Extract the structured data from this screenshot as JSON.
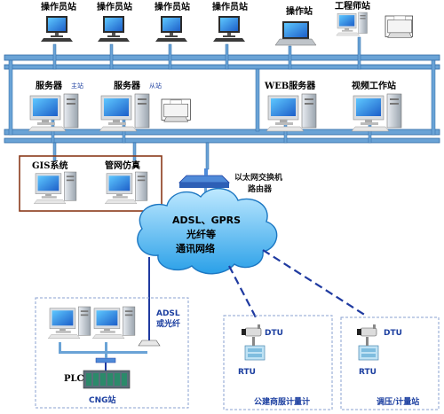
{
  "top_row": {
    "op1": "操作员站",
    "op2": "操作员站",
    "op3": "操作员站",
    "op4": "操作员站",
    "op5": "操作站",
    "engineer": "工程师站"
  },
  "server_row": {
    "server_main": "服务器",
    "server_main_tag": "主站",
    "server_backup": "服务器",
    "server_backup_tag": "从站",
    "web_server": "WEB服务器",
    "video": "视频工作站"
  },
  "sim_box": {
    "gis": "GIS系统",
    "pipe_sim": "管网仿真"
  },
  "switch": {
    "line1": "以太网交换机",
    "line2": "路由器"
  },
  "cloud": {
    "line1": "ADSL、GPRS",
    "line2": "光纤等",
    "line3": "通讯网络"
  },
  "cng": {
    "adsl_line1": "ADSL",
    "adsl_line2": "或光纤",
    "plc": "PLC",
    "name": "CNG站"
  },
  "remote1": {
    "dtu": "DTU",
    "rtu": "RTU",
    "name": "公建商服计量计"
  },
  "remote2": {
    "dtu": "DTU",
    "rtu": "RTU",
    "name": "调压/计量站"
  },
  "colors": {
    "bus": "#6aa3d6",
    "cloud": "#2aa7e6",
    "link_line": "#1f3aa0",
    "box_border": "#8a3a1a"
  }
}
